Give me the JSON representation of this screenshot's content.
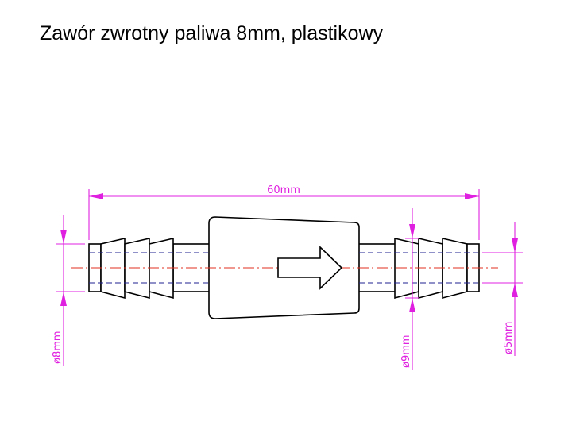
{
  "title": "Zawór zwrotny paliwa 8mm, plastikowy",
  "dimensions": {
    "length": "60mm",
    "hose_diameter": "ø8mm",
    "barb_diameter": "ø9mm",
    "bore_diameter": "ø5mm"
  },
  "colors": {
    "dimension": "#e020e0",
    "centerline": "#e03020",
    "hidden_line": "#202090",
    "outline": "#000000"
  }
}
